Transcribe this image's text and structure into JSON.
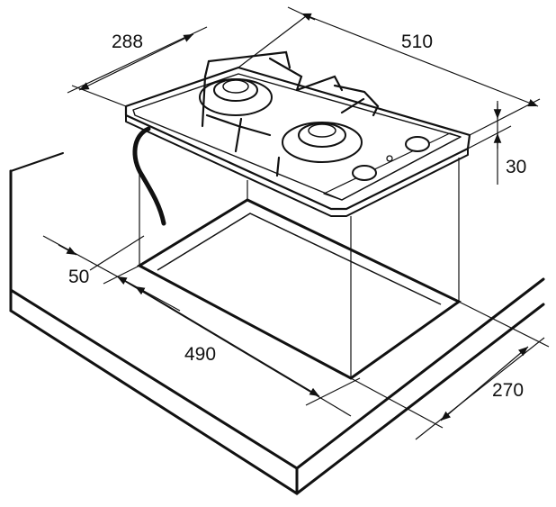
{
  "diagram": {
    "subject": "Two-burner gas cooktop built-in installation",
    "dimensions": {
      "width_top": "510",
      "depth_top": "288",
      "height_top": "30",
      "cutout_width": "490",
      "cutout_depth": "270",
      "edge_clearance": "50"
    },
    "colors": {
      "line": "#111111",
      "background": "#ffffff"
    }
  }
}
